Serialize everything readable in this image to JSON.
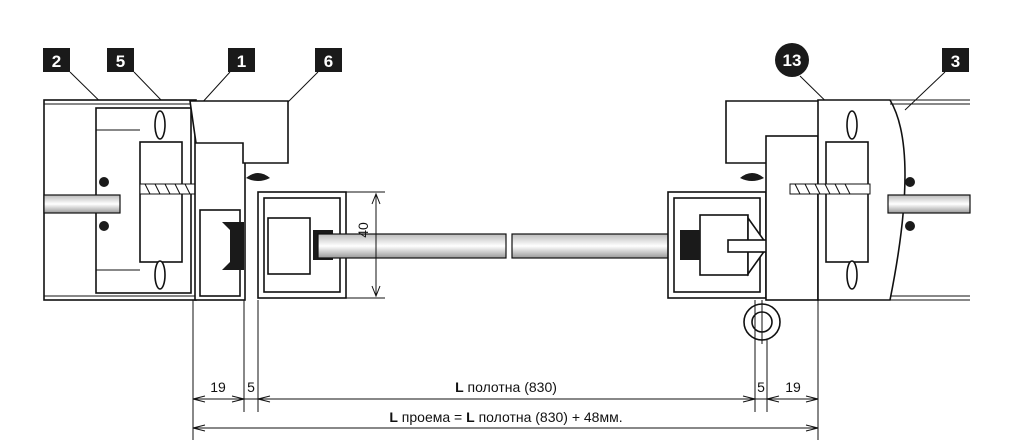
{
  "callouts": [
    "2",
    "5",
    "1",
    "6",
    "13",
    "3"
  ],
  "dimensions": {
    "height": "40",
    "left_frame": "19",
    "left_gap": "5",
    "leaf_prefix": "L",
    "leaf_text": " полотна (830)",
    "right_gap": "5",
    "right_frame": "19",
    "opening_prefix": "L",
    "opening_mid": " проема = ",
    "opening_prefix2": "L",
    "opening_text": " полотна (830) + 48мм."
  }
}
